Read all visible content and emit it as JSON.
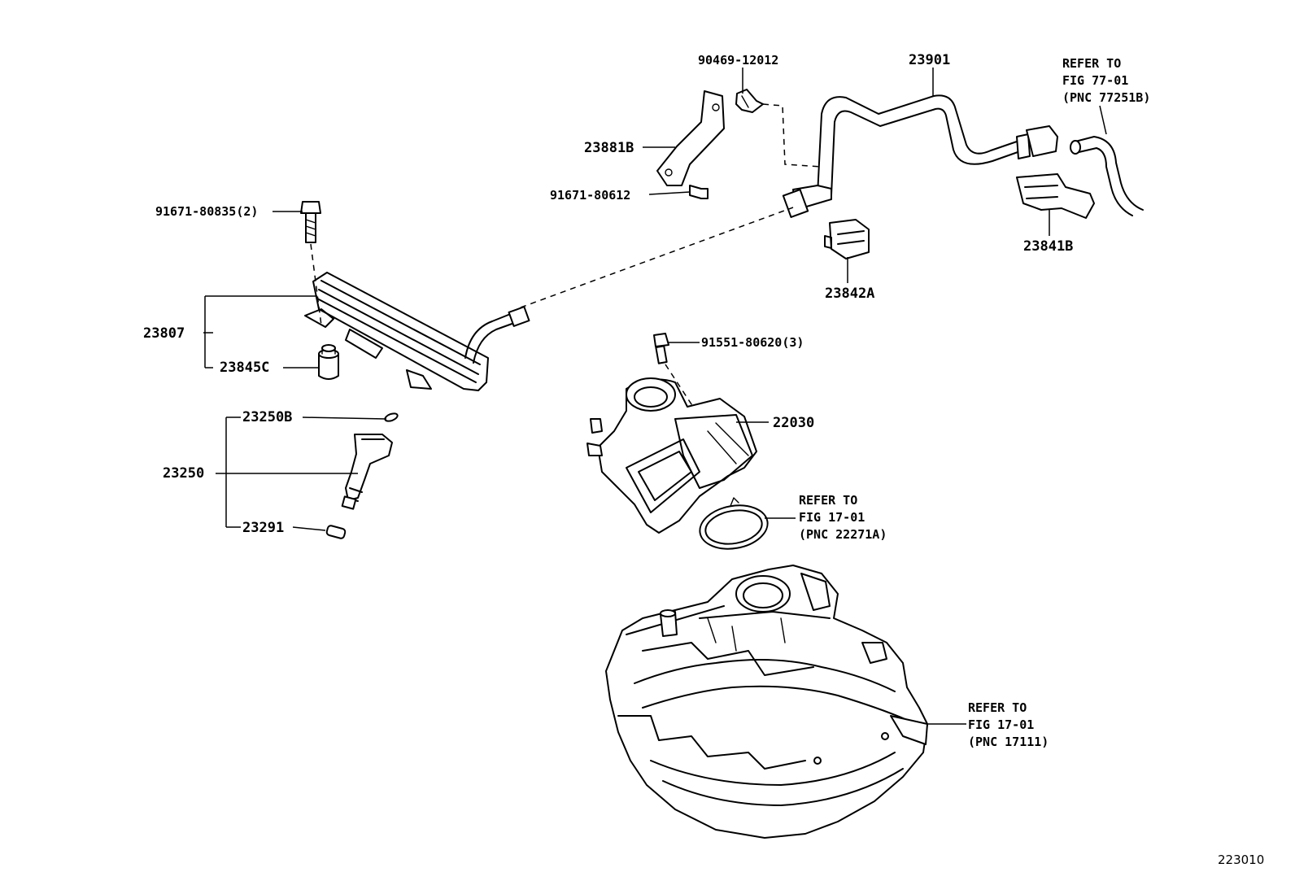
{
  "parts": {
    "p90469_12012": "90469-12012",
    "p23901": "23901",
    "p23881B": "23881B",
    "p91671_80612": "91671-80612",
    "p91671_80835": "91671-80835(2)",
    "p23807": "23807",
    "p23845C": "23845C",
    "p23842A": "23842A",
    "p23841B": "23841B",
    "p91551_80620": "91551-80620(3)",
    "p22030": "22030",
    "p23250B": "23250B",
    "p23250": "23250",
    "p23291": "23291"
  },
  "refs": {
    "ref77": {
      "l1": "REFER TO",
      "l2": "FIG 77-01",
      "l3": "(PNC 77251B)"
    },
    "ref17a": {
      "l1": "REFER TO",
      "l2": "FIG 17-01",
      "l3": "(PNC 22271A)"
    },
    "ref17b": {
      "l1": "REFER TO",
      "l2": "FIG 17-01",
      "l3": "(PNC 17111)"
    }
  },
  "figure_number": "223010"
}
